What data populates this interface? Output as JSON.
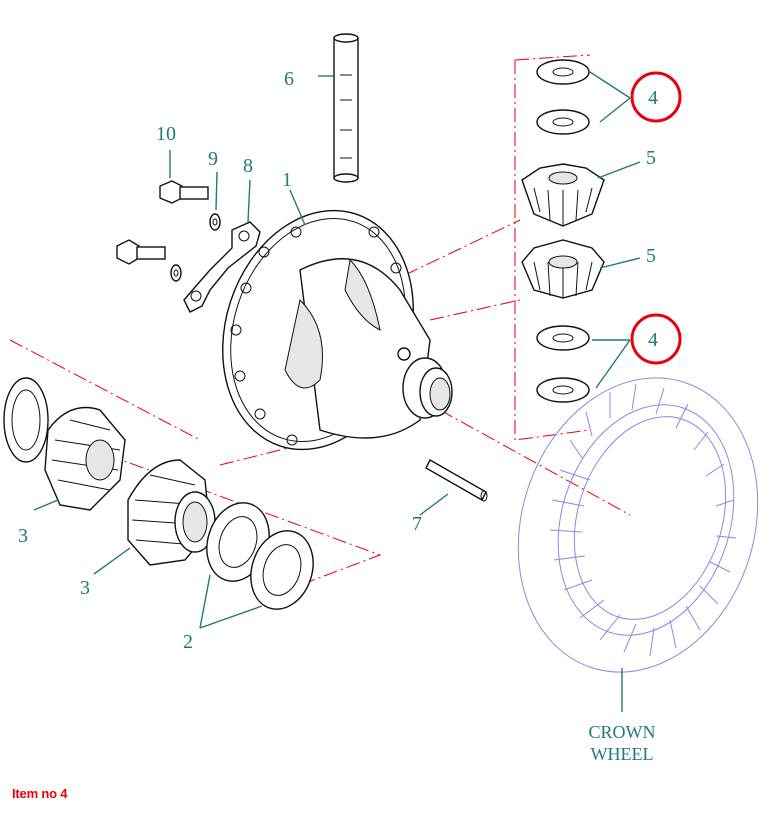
{
  "labels": {
    "l1": "1",
    "l2": "2",
    "l3a": "3",
    "l3b": "3",
    "l4a": "4",
    "l4b": "4",
    "l5a": "5",
    "l5b": "5",
    "l6": "6",
    "l7": "7",
    "l8": "8",
    "l9": "9",
    "l10": "10",
    "crown_line1": "CROWN",
    "crown_line2": "WHEEL"
  },
  "caption": "Item no 4",
  "colors": {
    "label": "#1f7a7a",
    "axis": "#e8000b",
    "highlight": "#e8000b",
    "crown": "#8a87e6"
  }
}
